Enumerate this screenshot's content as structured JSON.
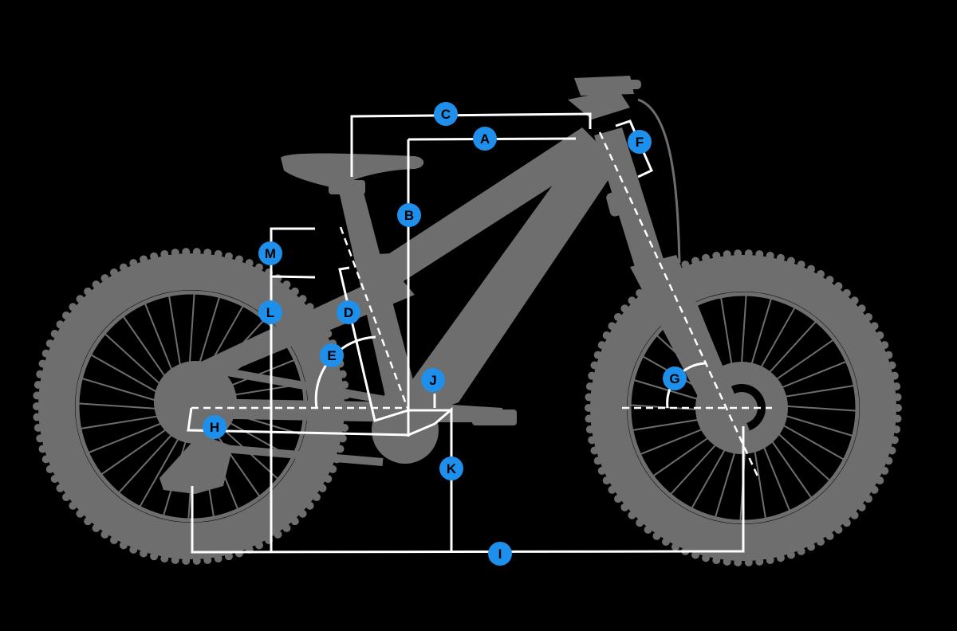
{
  "diagram": {
    "background_color": "#000000",
    "bike_color": "#6e6e6e",
    "line_color": "#ffffff",
    "badge_color": "#1e8fea",
    "badge_text_color": "#000000",
    "labels": {
      "A": "A",
      "B": "B",
      "C": "C",
      "D": "D",
      "E": "E",
      "F": "F",
      "G": "G",
      "H": "H",
      "I": "I",
      "J": "J",
      "K": "K",
      "L": "L",
      "M": "M"
    }
  }
}
